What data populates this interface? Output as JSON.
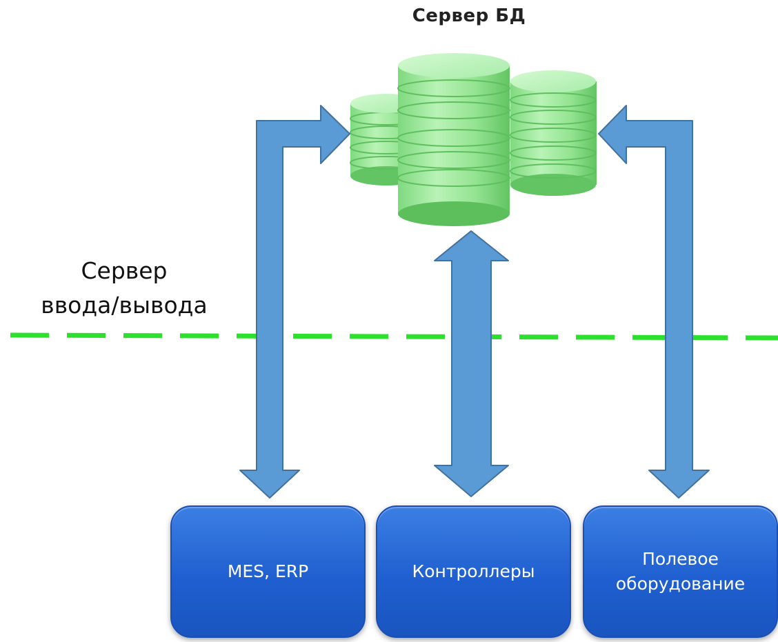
{
  "server_title": "Сервер БД",
  "io_server_label": [
    "Сервер",
    "ввода/вывода"
  ],
  "boxes": [
    {
      "lines": [
        "MES, ERP"
      ]
    },
    {
      "lines": [
        "Контроллеры"
      ]
    },
    {
      "lines": [
        "Полевое",
        "оборудование"
      ]
    }
  ],
  "colors": {
    "arrow_fill": "#5b9bd5",
    "arrow_stroke": "#41719c",
    "dashed_line": "#2ee02e",
    "database": "#9be89b",
    "box": "#1f5fd0"
  },
  "icons": {
    "database": "database-stack-icon"
  }
}
